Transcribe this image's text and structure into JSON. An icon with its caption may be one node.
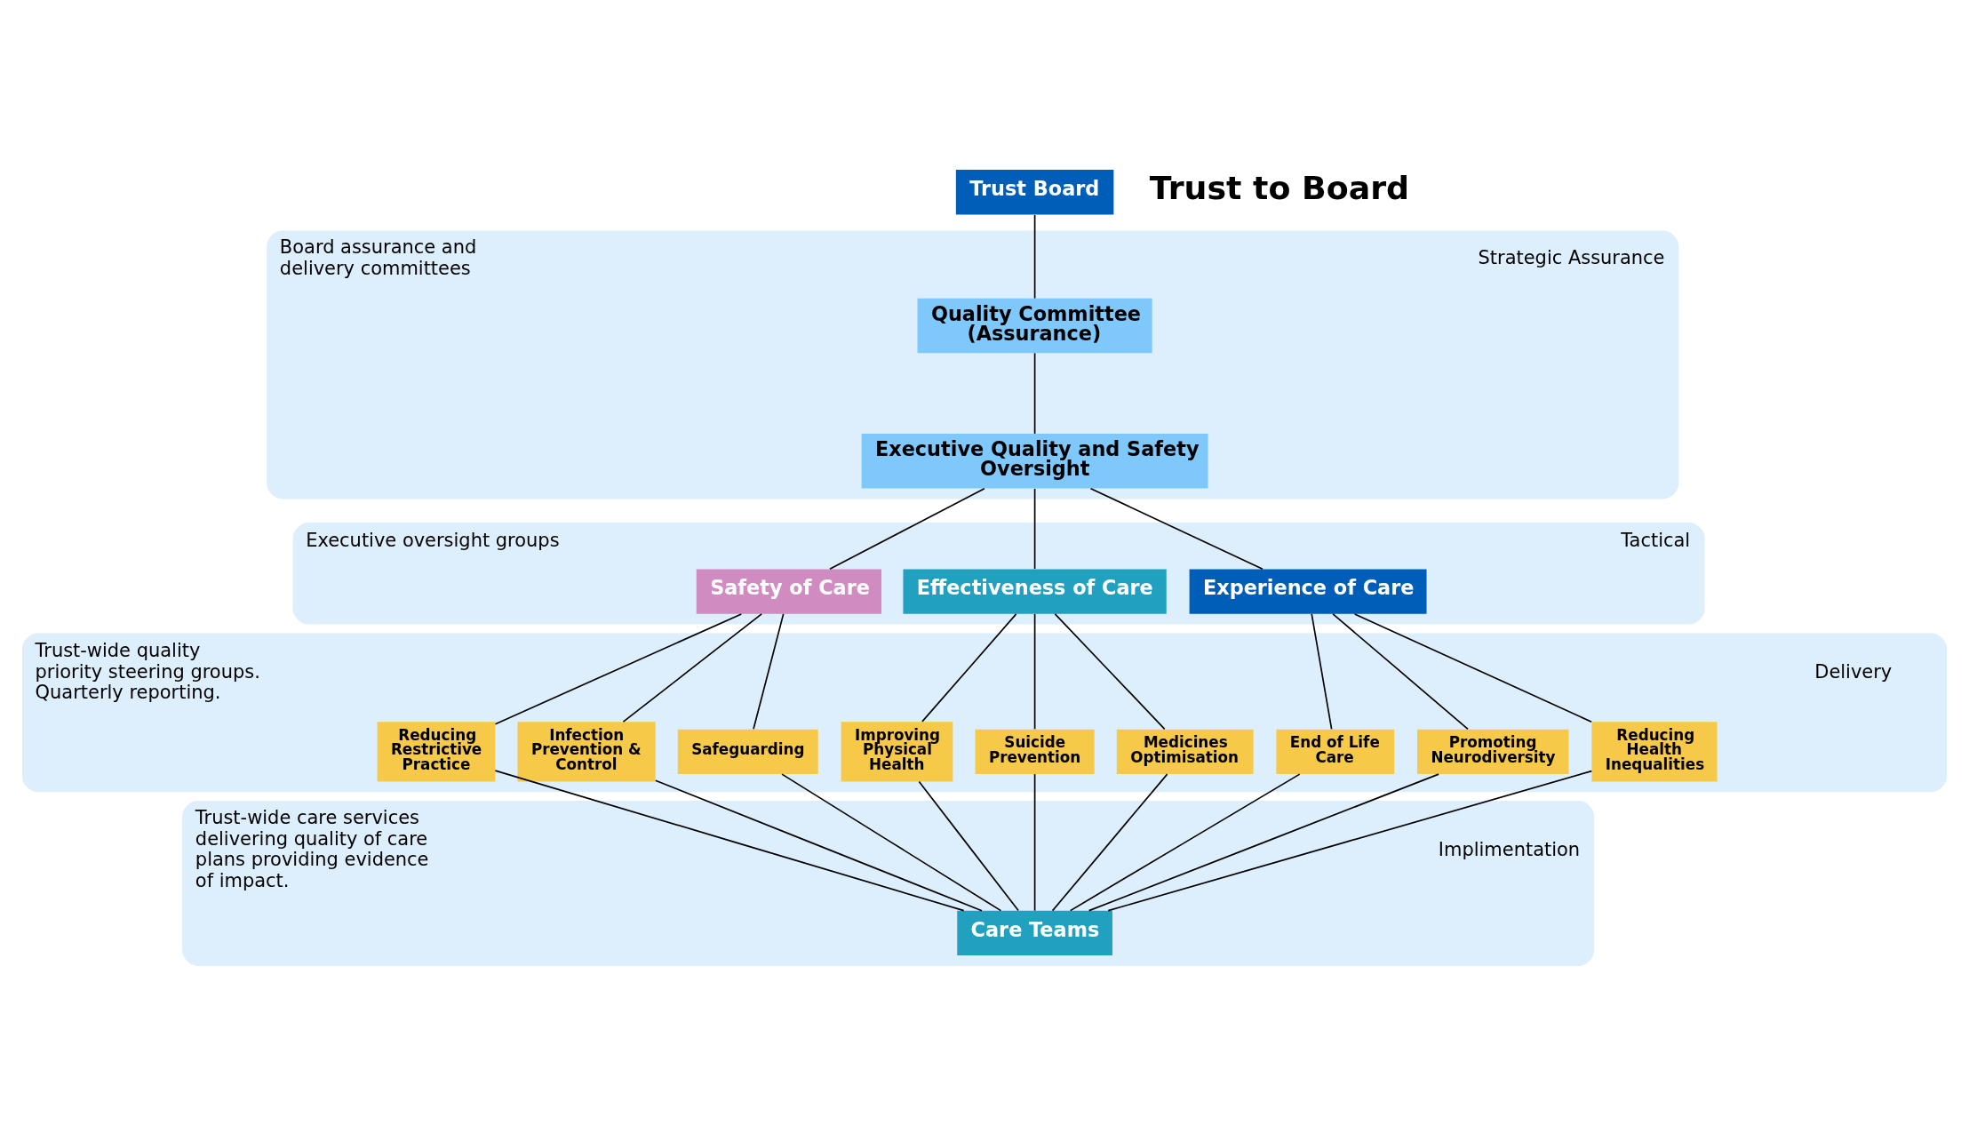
{
  "diagram": {
    "nodes": [
      {
        "text": [
          "Trust Board"
        ]
      },
      {
        "text": [
          "Board assurance and delivery committees",
          "Strategic Assurance"
        ]
      },
      {
        "text": [
          "Quality Committee (Assurance)"
        ],
        "in": 1
      },
      {
        "text": [
          "Executive Quality and Safety Oversight"
        ],
        "in": 1
      },
      {
        "text": [
          "Executive oversight groups",
          "Tactical"
        ]
      },
      {
        "text": [
          "Safety of Care"
        ],
        "in": 4
      },
      {
        "text": [
          "Effectiveness of Care"
        ],
        "in": 4
      },
      {
        "text": [
          "Experience of Care"
        ],
        "in": 4
      },
      {
        "text": [
          "Trust-wide quality priority steering groups. Quarterly reporting.",
          "Delivery"
        ]
      },
      {
        "text": [
          "Reducing Restrictive Practice"
        ],
        "in": 8
      },
      {
        "text": [
          "Infection Prevention & Control"
        ],
        "in": 8
      },
      {
        "text": [
          "Safeguarding"
        ],
        "in": 8
      },
      {
        "text": [
          "Improving Physical Health"
        ],
        "in": 8
      },
      {
        "text": [
          "Suicide Prevention"
        ],
        "in": 8
      },
      {
        "text": [
          "Medicines Optimisation"
        ],
        "in": 8
      },
      {
        "text": [
          "End of Life Care"
        ],
        "in": 8
      },
      {
        "text": [
          "Promoting Neurodiversity"
        ],
        "in": 8
      },
      {
        "text": [
          "Reducing Health Inequalities"
        ],
        "in": 8
      },
      {
        "text": [
          "Trust-wide care services delivering quality of care plans providing evidence of impact.",
          "Implimentation"
        ]
      },
      {
        "text": [
          "Care Teams"
        ],
        "in": 18
      }
    ],
    "edges": [
      {
        "from": 0,
        "to": 2,
        "arrow": "none"
      },
      {
        "from": 2,
        "to": 3,
        "arrow": "none"
      },
      {
        "from": 3,
        "to": 5,
        "arrow": "none"
      },
      {
        "from": 3,
        "to": 6,
        "arrow": "none"
      },
      {
        "from": 3,
        "to": 7,
        "arrow": "none"
      },
      {
        "from": 5,
        "to": 9,
        "arrow": "none"
      },
      {
        "from": 5,
        "to": 10,
        "arrow": "none"
      },
      {
        "from": 5,
        "to": 11,
        "arrow": "none"
      },
      {
        "from": 6,
        "to": 12,
        "arrow": "none"
      },
      {
        "from": 6,
        "to": 13,
        "arrow": "none"
      },
      {
        "from": 6,
        "to": 14,
        "arrow": "none"
      },
      {
        "from": 7,
        "to": 15,
        "arrow": "none"
      },
      {
        "from": 7,
        "to": 16,
        "arrow": "none"
      },
      {
        "from": 7,
        "to": 17,
        "arrow": "none"
      },
      {
        "from": 9,
        "to": 19,
        "arrow": "none"
      },
      {
        "from": 10,
        "to": 19,
        "arrow": "none"
      },
      {
        "from": 11,
        "to": 19,
        "arrow": "none"
      },
      {
        "from": 12,
        "to": 19,
        "arrow": "none"
      },
      {
        "from": 13,
        "to": 19,
        "arrow": "none"
      },
      {
        "from": 14,
        "to": 19,
        "arrow": "none"
      },
      {
        "from": 15,
        "to": 19,
        "arrow": "none"
      },
      {
        "from": 16,
        "to": 19,
        "arrow": "none"
      },
      {
        "from": 17,
        "to": 19,
        "arrow": "none"
      }
    ],
    "labels": [
      "Trust to Board"
    ]
  }
}
